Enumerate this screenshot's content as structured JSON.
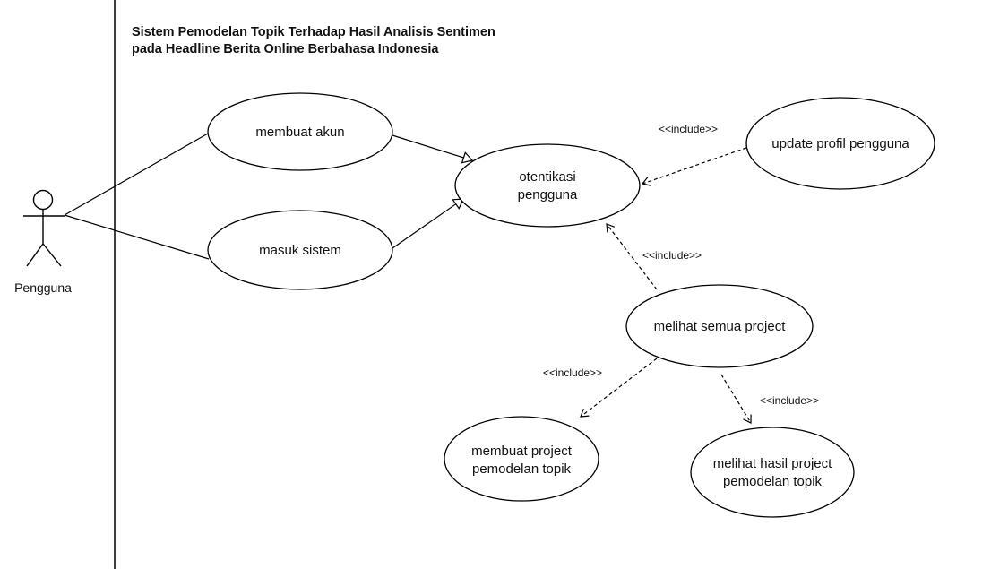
{
  "system": {
    "title_line1": "Sistem Pemodelan Topik Terhadap Hasil Analisis Sentimen",
    "title_line2": "pada Headline Berita Online Berbahasa Indonesia"
  },
  "actor": {
    "name": "Pengguna"
  },
  "use_cases": {
    "membuat_akun": [
      "membuat akun"
    ],
    "masuk_sistem": [
      "masuk sistem"
    ],
    "otentikasi": [
      "otentikasi",
      "pengguna"
    ],
    "update_profil": [
      "update profil pengguna"
    ],
    "melihat_semua": [
      "melihat semua project"
    ],
    "membuat_project": [
      "membuat project",
      "pemodelan topik"
    ],
    "melihat_hasil": [
      "melihat hasil project",
      "pemodelan topik"
    ]
  },
  "relations": {
    "include_label": "<<include>>"
  },
  "colors": {
    "stroke": "#000000",
    "fill": "#ffffff"
  }
}
